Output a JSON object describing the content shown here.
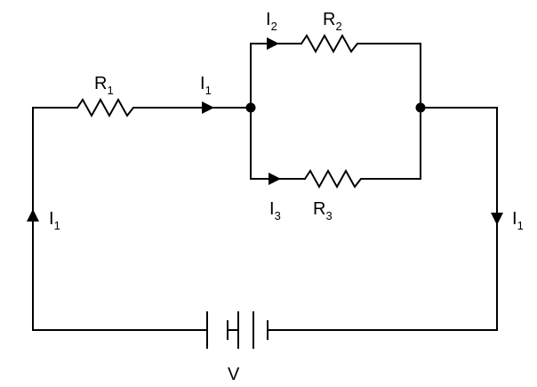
{
  "labels": {
    "r1": {
      "main": "R",
      "sub": "1"
    },
    "r2": {
      "main": "R",
      "sub": "2"
    },
    "r3": {
      "main": "R",
      "sub": "3"
    },
    "i1_top": {
      "main": "I",
      "sub": "1"
    },
    "i2": {
      "main": "I",
      "sub": "2"
    },
    "i3": {
      "main": "I",
      "sub": "3"
    },
    "i1_left": {
      "main": "I",
      "sub": "1"
    },
    "i1_right": {
      "main": "I",
      "sub": "1"
    },
    "battery": "V"
  }
}
